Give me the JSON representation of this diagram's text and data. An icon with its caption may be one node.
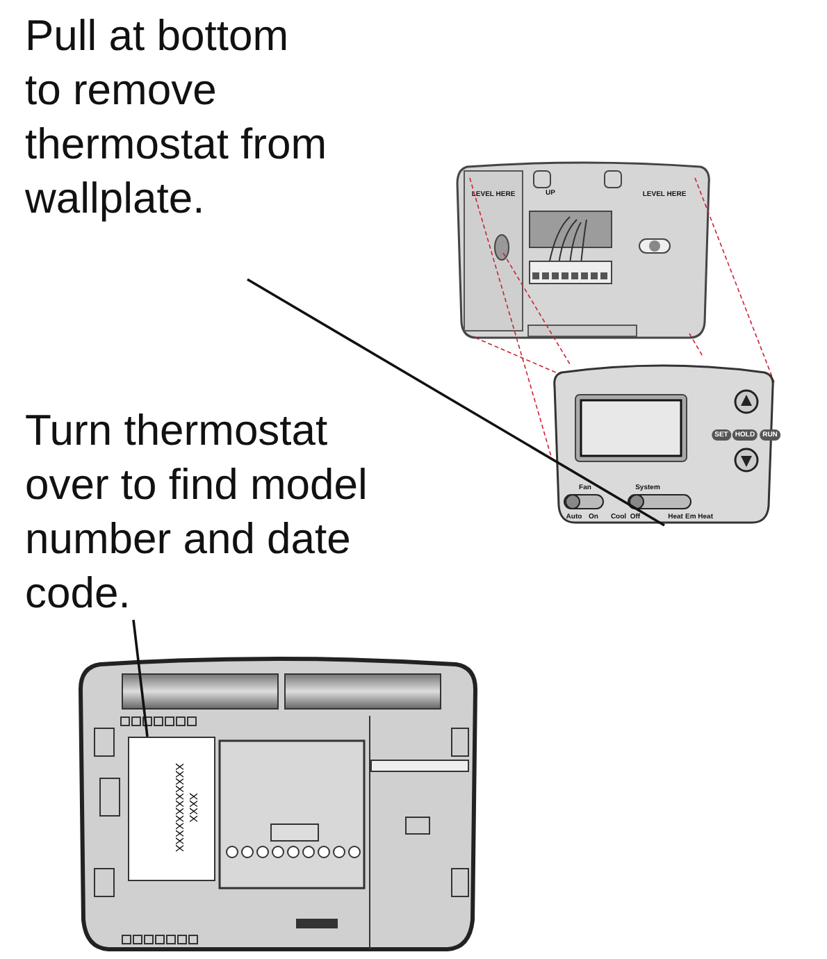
{
  "diagram": {
    "nodes": [
      {
        "text": [
          "Pull at bottom to remove thermostat from wallplate."
        ]
      },
      {
        "text": [
          "Turn thermostat over to find model number and date code."
        ]
      },
      {
        "text": [],
        "shape": "box"
      },
      {
        "text": [
          "XXXXXXXXXXXX",
          "XXXX"
        ]
      }
    ],
    "edges": [
      {
        "from": 0,
        "to": 2,
        "arrow": "none"
      },
      {
        "from": 1,
        "to": 3,
        "arrow": "none"
      }
    ],
    "labels": [
      "LEVEL HERE",
      "UP",
      "LEVEL HERE",
      "SET",
      "HOLD",
      "RUN",
      "Fan",
      "System",
      "Auto",
      "On",
      "Cool",
      "Off",
      "Heat",
      "Em Heat"
    ]
  }
}
